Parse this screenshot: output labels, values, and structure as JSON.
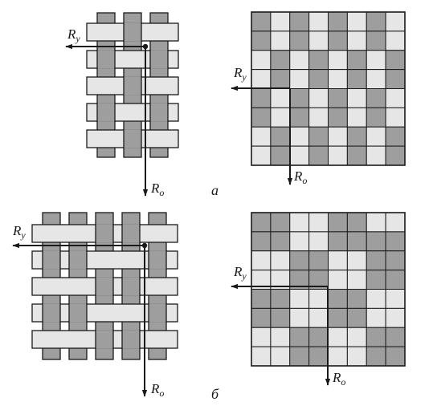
{
  "colors": {
    "warp": "#9e9e9e",
    "weft": "#e6e6e6",
    "line": "#1a1a1a",
    "background": "#ffffff"
  },
  "arrow_labels": {
    "ry_main": "R",
    "ry_sub": "y",
    "ro_main": "R",
    "ro_sub": "o"
  },
  "panels": [
    {
      "caption": "а",
      "weave": {
        "warps": 3,
        "wefts": 5,
        "warp_on_top": [
          [
            false,
            true,
            false
          ],
          [
            true,
            false,
            true
          ],
          [
            false,
            true,
            false
          ],
          [
            true,
            false,
            true
          ],
          [
            false,
            true,
            false
          ]
        ]
      },
      "grid": {
        "rows": 8,
        "cols": 8,
        "dark_cells": [
          [
            0,
            0
          ],
          [
            0,
            2
          ],
          [
            0,
            4
          ],
          [
            0,
            6
          ],
          [
            1,
            0
          ],
          [
            1,
            2
          ],
          [
            1,
            4
          ],
          [
            1,
            6
          ],
          [
            2,
            1
          ],
          [
            2,
            3
          ],
          [
            2,
            5
          ],
          [
            2,
            7
          ],
          [
            3,
            1
          ],
          [
            3,
            3
          ],
          [
            3,
            5
          ],
          [
            3,
            7
          ],
          [
            4,
            0
          ],
          [
            4,
            2
          ],
          [
            4,
            4
          ],
          [
            4,
            6
          ],
          [
            5,
            0
          ],
          [
            5,
            2
          ],
          [
            5,
            4
          ],
          [
            5,
            6
          ],
          [
            6,
            1
          ],
          [
            6,
            3
          ],
          [
            6,
            5
          ],
          [
            6,
            7
          ],
          [
            7,
            1
          ],
          [
            7,
            3
          ],
          [
            7,
            5
          ],
          [
            7,
            7
          ]
        ]
      }
    },
    {
      "caption": "б",
      "weave": {
        "warps": 5,
        "wefts": 5,
        "warp_on_top": [
          [
            false,
            false,
            true,
            true,
            false
          ],
          [
            true,
            true,
            false,
            false,
            true
          ],
          [
            false,
            false,
            true,
            true,
            false
          ],
          [
            true,
            true,
            false,
            false,
            true
          ],
          [
            false,
            false,
            true,
            true,
            false
          ]
        ]
      },
      "grid": {
        "rows": 8,
        "cols": 8,
        "dark_cells": [
          [
            0,
            0
          ],
          [
            0,
            1
          ],
          [
            0,
            4
          ],
          [
            0,
            5
          ],
          [
            1,
            0
          ],
          [
            1,
            1
          ],
          [
            1,
            4
          ],
          [
            1,
            5
          ],
          [
            1,
            6
          ],
          [
            1,
            7
          ],
          [
            2,
            2
          ],
          [
            2,
            3
          ],
          [
            2,
            6
          ],
          [
            2,
            7
          ],
          [
            3,
            2
          ],
          [
            3,
            3
          ],
          [
            3,
            6
          ],
          [
            3,
            7
          ],
          [
            4,
            0
          ],
          [
            4,
            1
          ],
          [
            4,
            4
          ],
          [
            4,
            5
          ],
          [
            5,
            0
          ],
          [
            5,
            1
          ],
          [
            5,
            4
          ],
          [
            5,
            5
          ],
          [
            6,
            2
          ],
          [
            6,
            3
          ],
          [
            6,
            6
          ],
          [
            6,
            7
          ],
          [
            7,
            2
          ],
          [
            7,
            3
          ],
          [
            7,
            6
          ],
          [
            7,
            7
          ]
        ]
      }
    }
  ]
}
